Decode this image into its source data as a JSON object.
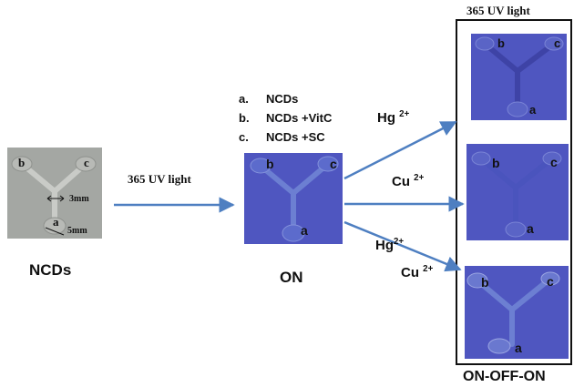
{
  "colors": {
    "gray_bg": "#a4a7a3",
    "blue_bg": "#4f56c0",
    "channel_gray": "#c9cbc7",
    "channel_blue": "#6c7fd2",
    "arrow": "#4e7fc1",
    "text": "#111111"
  },
  "devices": {
    "ncds": {
      "label_b": "b",
      "label_c": "c",
      "label_a": "a",
      "dim_3": "3mm",
      "dim_5": "5mm"
    },
    "on": {
      "label_b": "b",
      "label_c": "c",
      "label_a": "a"
    },
    "r1": {
      "label_b": "b",
      "label_c": "c",
      "label_a": "a"
    },
    "r2": {
      "label_b": "b",
      "label_c": "c",
      "label_a": "a"
    },
    "r3": {
      "label_b": "b",
      "label_c": "c",
      "label_a": "a"
    }
  },
  "left": {
    "caption": "NCDs",
    "arrow_label": "365 UV light"
  },
  "middle": {
    "legend": [
      {
        "key": "a.",
        "text": "NCDs"
      },
      {
        "key": "b.",
        "text": "NCDs +VitC"
      },
      {
        "key": "c.",
        "text": "NCDs +SC"
      }
    ],
    "caption": "ON"
  },
  "ions": {
    "top": {
      "ion": "Hg",
      "charge": "2+"
    },
    "mid": {
      "ion": "Cu",
      "charge": "2+"
    },
    "bot1": {
      "ion": "Hg",
      "charge": "2+"
    },
    "bot2": {
      "ion": "Cu",
      "charge": "2+"
    }
  },
  "right": {
    "box_title": "365 UV light",
    "caption": "ON-OFF-ON"
  }
}
